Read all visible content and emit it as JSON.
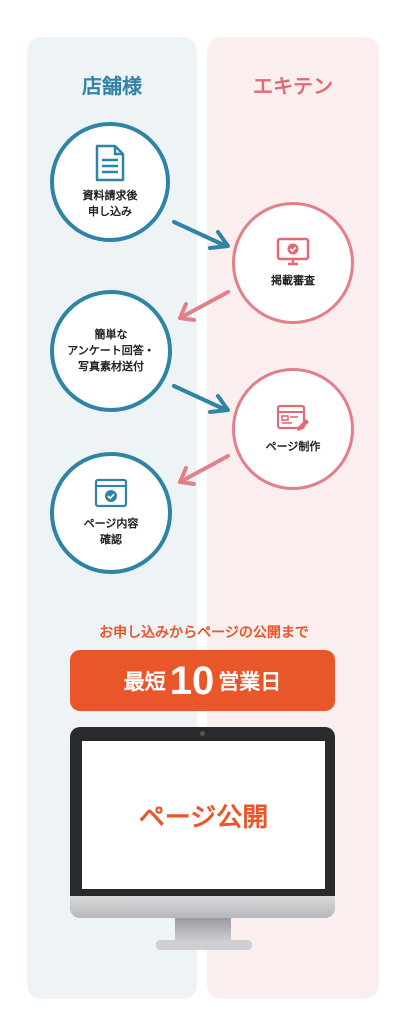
{
  "columns": {
    "left_title": "店舗様",
    "right_title": "エキテン"
  },
  "steps": [
    {
      "label": "資料請求後\n申し込み",
      "icon": "document-icon",
      "side": "left"
    },
    {
      "label": "掲載審査",
      "icon": "monitor-check-icon",
      "side": "right"
    },
    {
      "label": "簡単な\nアンケート回答・\n写真素材送付",
      "icon": "none",
      "side": "left"
    },
    {
      "label": "ページ制作",
      "icon": "page-edit-icon",
      "side": "right"
    },
    {
      "label": "ページ内容\n確認",
      "icon": "browser-check-icon",
      "side": "left"
    }
  ],
  "cta": {
    "lead": "お申し込みからページの公開まで",
    "prefix": "最短",
    "number": "10",
    "suffix": "営業日"
  },
  "monitor": {
    "screen_text": "ページ公開"
  },
  "colors": {
    "blue": "#2f84a6",
    "pink": "#e27f88",
    "orange": "#e8562a"
  }
}
